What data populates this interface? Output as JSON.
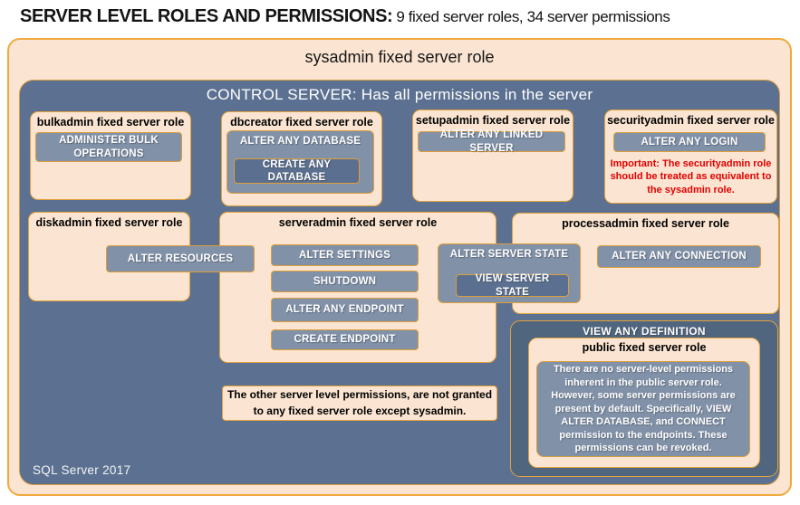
{
  "page_title": {
    "main": "SERVER LEVEL ROLES AND PERMISSIONS:",
    "sub": "9 fixed server roles, 34 server permissions"
  },
  "sysadmin": {
    "label": "sysadmin fixed server role"
  },
  "control_server": {
    "label": "CONTROL SERVER: Has all permissions in the server"
  },
  "roles": {
    "bulkadmin": {
      "title": "bulkadmin fixed server role",
      "permission": "ADMINISTER BULK OPERATIONS"
    },
    "dbcreator": {
      "title": "dbcreator fixed server role",
      "outer_permission": "ALTER ANY DATABASE",
      "inner_permission": "CREATE ANY DATABASE"
    },
    "setupadmin": {
      "title": "setupadmin fixed server role",
      "permission": "ALTER ANY LINKED SERVER"
    },
    "securityadmin": {
      "title": "securityadmin fixed server role",
      "permission": "ALTER ANY LOGIN",
      "warning": "Important: The securityadmin role should be treated as equivalent to the sysadmin role."
    },
    "diskadmin": {
      "title": "diskadmin fixed server role",
      "permission": "ALTER RESOURCES"
    },
    "serveradmin": {
      "title": "serveradmin fixed server role",
      "permissions": [
        "ALTER SETTINGS",
        "SHUTDOWN",
        "ALTER ANY ENDPOINT",
        "CREATE ENDPOINT"
      ]
    },
    "processadmin": {
      "title": "processadmin fixed server role",
      "permission": "ALTER ANY CONNECTION"
    },
    "public": {
      "title": "public fixed server role",
      "description": "There are no server-level permissions inherent in the public server role. However, some server permissions are present by default. Specifically, VIEW ALTER DATABASE, and CONNECT permission to the endpoints. These permissions can be revoked."
    }
  },
  "shared_permission": {
    "outer": "ALTER SERVER STATE",
    "inner": "VIEW SERVER STATE"
  },
  "view_any_definition": {
    "label": "VIEW ANY DEFINITION"
  },
  "note": "The other server level permissions, are not granted to any fixed server role except sysadmin.",
  "footer": "SQL Server 2017",
  "colors": {
    "peach": "#FBE5D2",
    "gold_border": "#E2A23C",
    "control_blue": "#5C7191",
    "permission_gray_blue": "#8091A8",
    "nested_dark_blue": "#5B7090",
    "view_definition_dark": "#50657E",
    "warning_red": "#E30000"
  }
}
